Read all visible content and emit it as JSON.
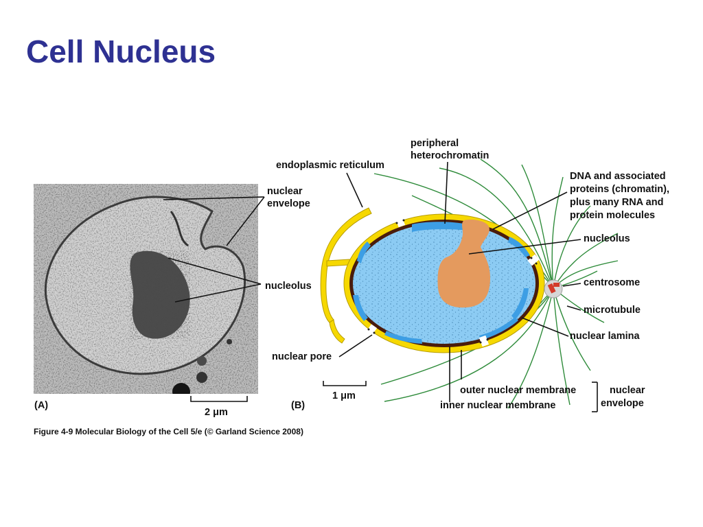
{
  "slide": {
    "title": "Cell Nucleus"
  },
  "panel_a": {
    "letter": "(A)",
    "scale_bar": "2 μm",
    "labels": {
      "nuclear_envelope_line1": "nuclear",
      "nuclear_envelope_line2": "envelope",
      "nucleolus": "nucleolus"
    }
  },
  "panel_b": {
    "letter": "(B)",
    "scale_bar": "1 μm",
    "labels": {
      "endoplasmic_reticulum": "endoplasmic reticulum",
      "peripheral_heterochromatin_line1": "peripheral",
      "peripheral_heterochromatin_line2": "heterochromatin",
      "dna_line1": "DNA and associated",
      "dna_line2": "proteins (chromatin),",
      "dna_line3": "plus many RNA and",
      "dna_line4": "protein molecules",
      "nucleolus": "nucleolus",
      "centrosome": "centrosome",
      "microtubule": "microtubule",
      "nuclear_lamina": "nuclear lamina",
      "nuclear_pore": "nuclear pore",
      "outer_nuclear_membrane": "outer nuclear membrane",
      "inner_nuclear_membrane": "inner nuclear membrane",
      "nuclear_envelope_line1": "nuclear",
      "nuclear_envelope_line2": "envelope"
    }
  },
  "caption": "Figure 4-9  Molecular Biology of the Cell 5/e (© Garland Science 2008)",
  "colors": {
    "title": "#2e3192",
    "nucleoplasm": "#8ccbf3",
    "heterochromatin": "#3d9ee4",
    "nucleolus": "#e49a5e",
    "membrane": "#f6d800",
    "lamina": "#4a1c0c",
    "microtubule": "#2e8b3a",
    "centrosome": "#d33a2a"
  }
}
